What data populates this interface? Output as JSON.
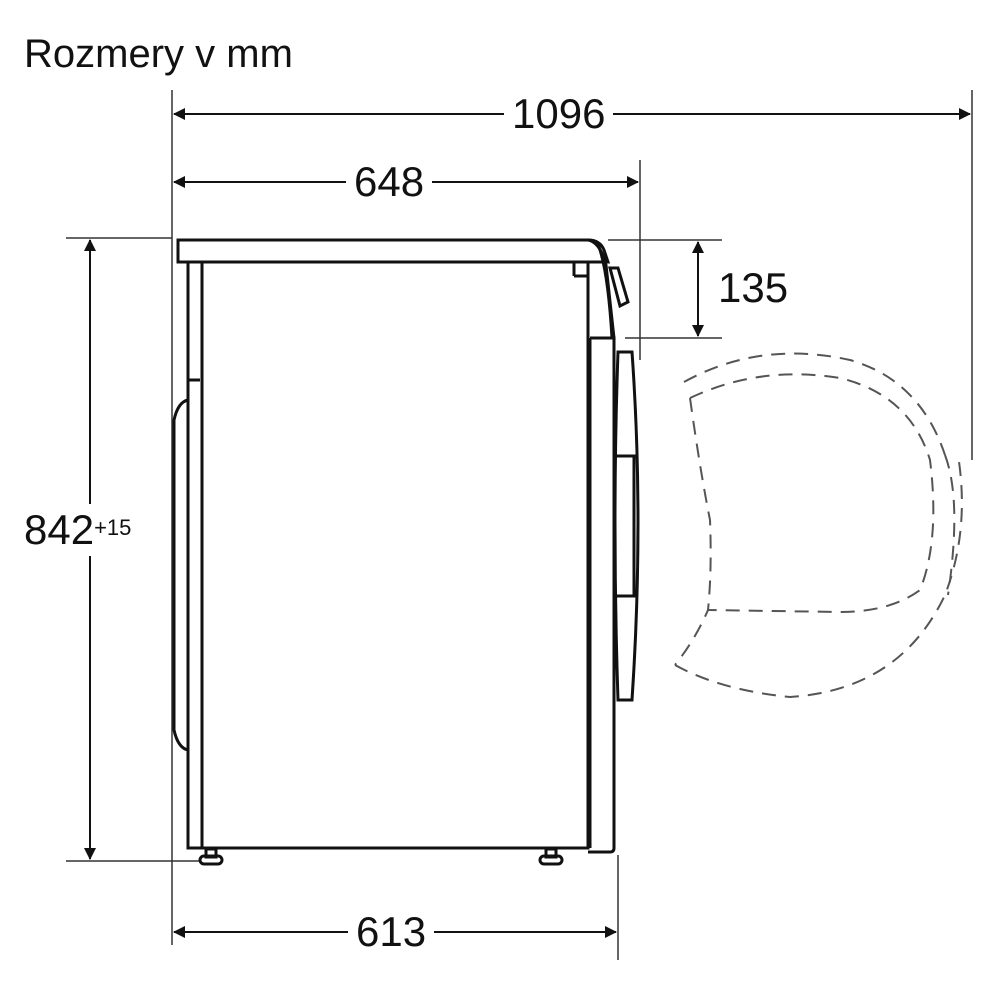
{
  "title": "Rozmery v mm",
  "dimensions": {
    "total_depth_door_open": "1096",
    "depth_incl_door": "648",
    "top_panel_offset": "135",
    "height": "842",
    "height_tolerance": "+15",
    "body_depth": "613"
  },
  "colors": {
    "line": "#111111",
    "dim_line": "#333333",
    "dashed": "#555555",
    "background": "#ffffff"
  }
}
